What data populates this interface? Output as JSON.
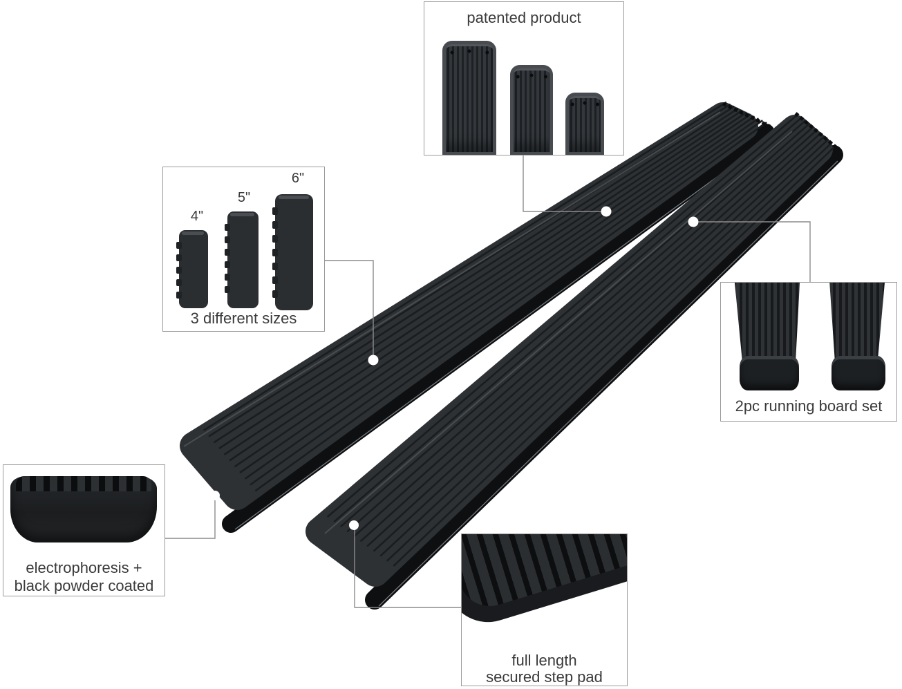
{
  "scene": {
    "background": "#ffffff",
    "board_color": "#2e3134",
    "groove_color": "#1a1d20",
    "sidewall_color": "#0d0f11",
    "marker_color": "#ffffff",
    "line_color": "#8c8c8c",
    "box_border_color": "#9a9a9a",
    "text_color": "#3a3a3a"
  },
  "callouts": {
    "patented": {
      "label": "patented product"
    },
    "sizes": {
      "label": "3 different sizes",
      "items": [
        "4\"",
        "5\"",
        "6\""
      ]
    },
    "set": {
      "label": "2pc running board set"
    },
    "coating": {
      "line1": "electrophoresis +",
      "line2": "black powder coated"
    },
    "steppad": {
      "line1": "full length",
      "line2": "secured step pad"
    }
  }
}
